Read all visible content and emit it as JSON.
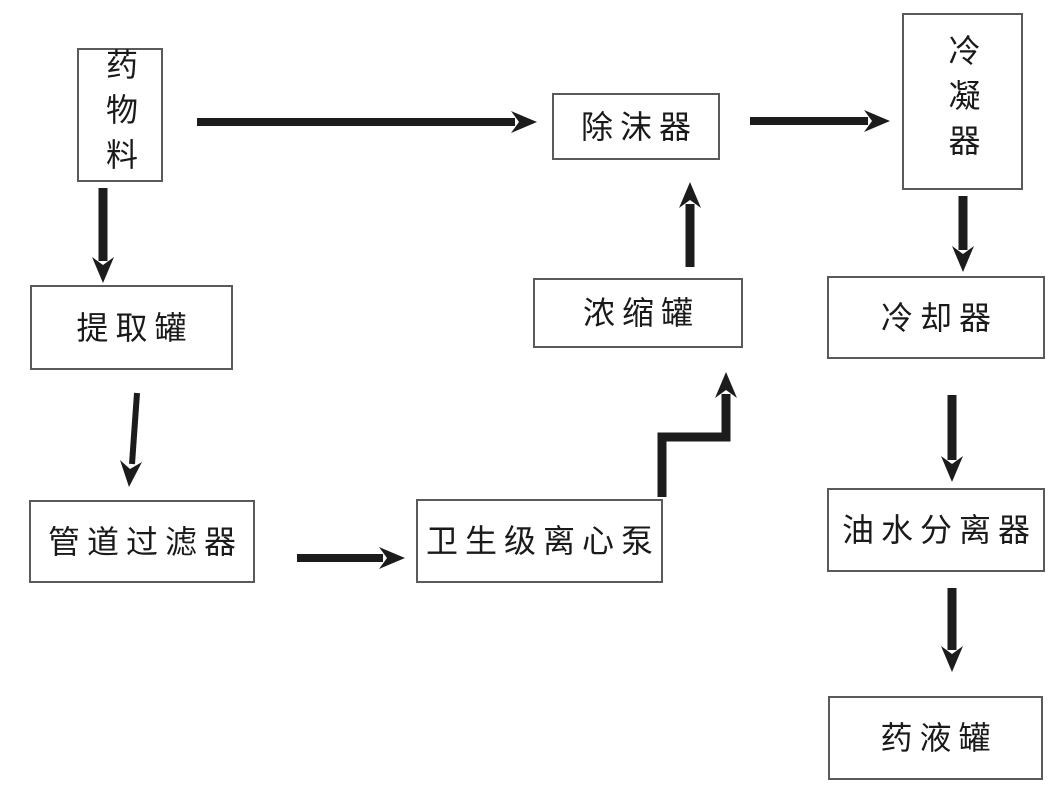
{
  "diagram": {
    "type": "flowchart",
    "colors": {
      "arrow": "#1c1c1c",
      "box_border": "#5a5a5a",
      "box_fill": "#ffffff",
      "text": "#1a1a1a",
      "background": "#ffffff"
    },
    "nodes": [
      {
        "id": "drug-material",
        "label": "药物料",
        "orientation": "vertical"
      },
      {
        "id": "extraction-tank",
        "label": "提取罐",
        "orientation": "horizontal"
      },
      {
        "id": "pipeline-filter",
        "label": "管道过滤器",
        "orientation": "horizontal"
      },
      {
        "id": "sanitary-centrifugal-pump",
        "label": "卫生级离心泵",
        "orientation": "horizontal"
      },
      {
        "id": "concentration-tank",
        "label": "浓缩罐",
        "orientation": "horizontal"
      },
      {
        "id": "demister",
        "label": "除沫器",
        "orientation": "horizontal"
      },
      {
        "id": "condenser",
        "label": "冷凝器",
        "orientation": "vertical"
      },
      {
        "id": "cooler",
        "label": "冷却器",
        "orientation": "horizontal"
      },
      {
        "id": "oil-water-separator",
        "label": "油水分离器",
        "orientation": "horizontal"
      },
      {
        "id": "liquid-medicine-tank",
        "label": "药液罐",
        "orientation": "horizontal"
      }
    ],
    "edges": [
      {
        "from": "drug-material",
        "to": "demister",
        "style": "straight-right"
      },
      {
        "from": "drug-material",
        "to": "extraction-tank",
        "style": "straight-down"
      },
      {
        "from": "extraction-tank",
        "to": "pipeline-filter",
        "style": "slanted-down"
      },
      {
        "from": "pipeline-filter",
        "to": "sanitary-centrifugal-pump",
        "style": "straight-right"
      },
      {
        "from": "sanitary-centrifugal-pump",
        "to": "concentration-tank",
        "style": "elbow-up"
      },
      {
        "from": "concentration-tank",
        "to": "demister",
        "style": "straight-up"
      },
      {
        "from": "demister",
        "to": "condenser",
        "style": "straight-right"
      },
      {
        "from": "condenser",
        "to": "cooler",
        "style": "straight-down"
      },
      {
        "from": "cooler",
        "to": "oil-water-separator",
        "style": "straight-down"
      },
      {
        "from": "oil-water-separator",
        "to": "liquid-medicine-tank",
        "style": "straight-down"
      }
    ]
  }
}
